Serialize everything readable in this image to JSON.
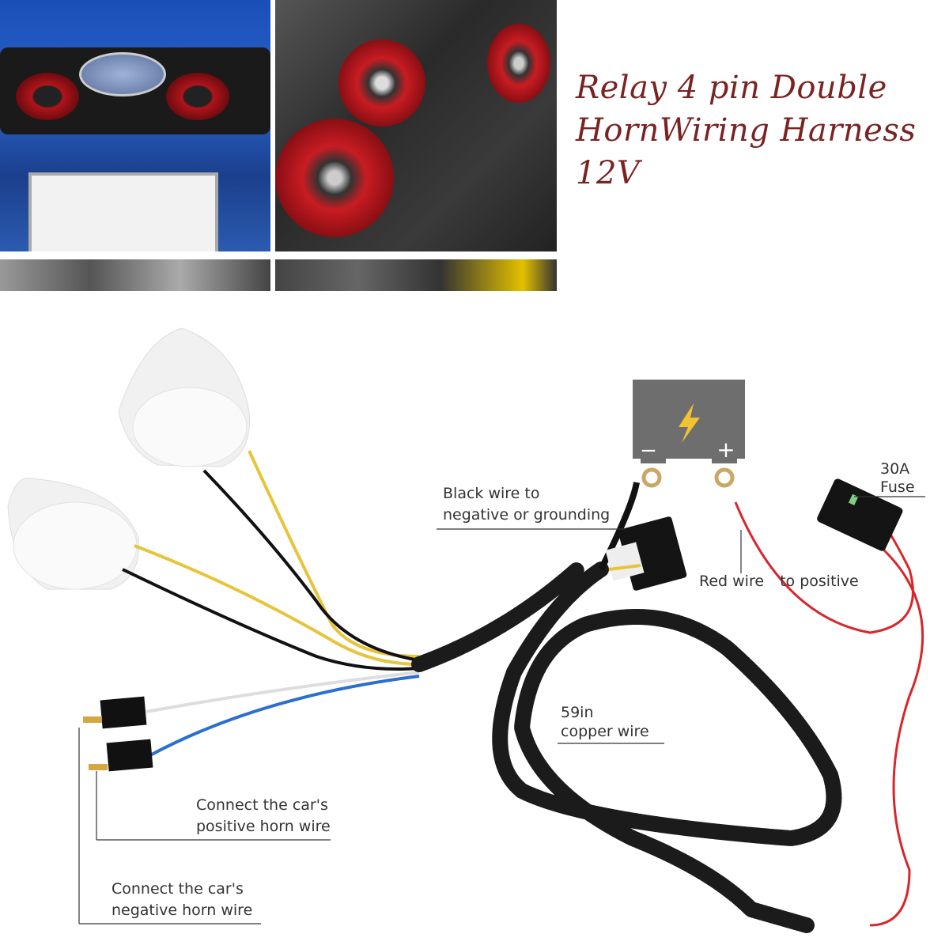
{
  "title": {
    "line1": "Relay 4 pin Double",
    "line2": "HornWiring Harness",
    "line3": "12V"
  },
  "labels": {
    "black_wire_line1": "Black wire to",
    "black_wire_line2": "negative or grounding",
    "fuse_line1": "30A",
    "fuse_line2": "Fuse",
    "red_wire_a": "Red wire",
    "red_wire_b": "to positive",
    "copper_line1": "59in",
    "copper_line2": "copper wire",
    "positive_line1": "Connect the car's",
    "positive_line2": "positive horn wire",
    "negative_line1": "Connect the car's",
    "negative_line2": "negative horn wire"
  },
  "battery": {
    "minus": "−",
    "plus": "+"
  },
  "colors": {
    "title": "#7a2323",
    "horn_red": "#c4161c",
    "car_blue": "#1f4fb0",
    "wire_red": "#d9262b",
    "wire_yellow": "#e8c43a",
    "wire_blue": "#2a6fd1",
    "battery": "#6e6e6e",
    "bolt": "#f2c230"
  }
}
